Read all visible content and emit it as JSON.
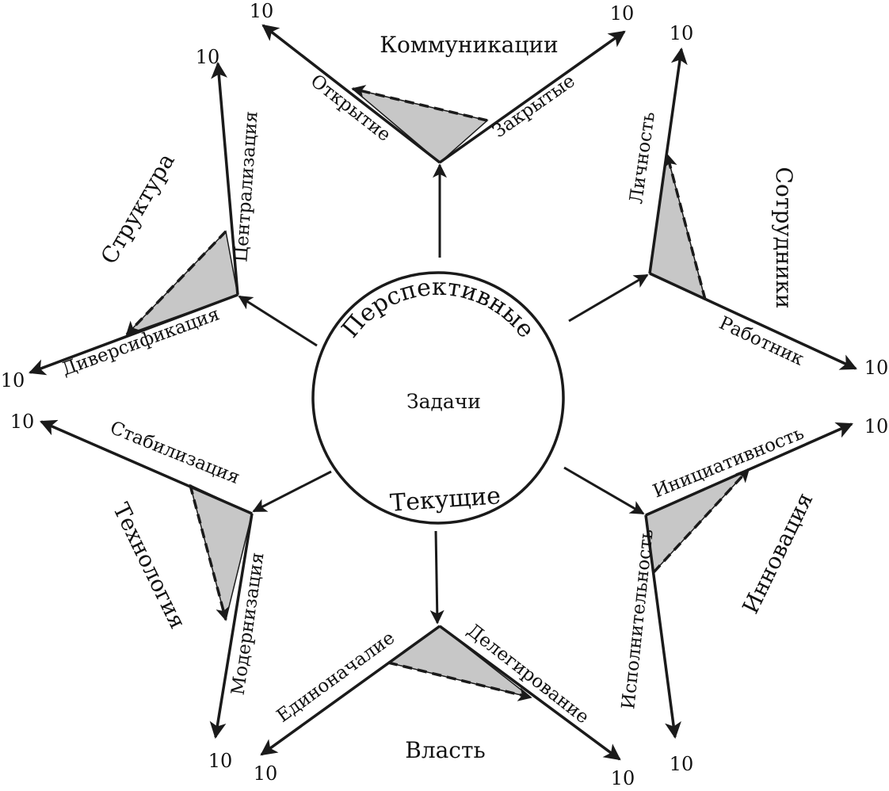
{
  "center": {
    "top_label": "Перспективные",
    "middle_label": "Задачи",
    "bottom_label": "Текущие"
  },
  "groups": [
    {
      "id": "communications",
      "title": "Коммуникации",
      "axes": [
        {
          "label": "Открытие",
          "max": "10"
        },
        {
          "label": "Закрытые",
          "max": "10"
        }
      ]
    },
    {
      "id": "employees",
      "title": "Сотрудники",
      "axes": [
        {
          "label": "Личность",
          "max": "10"
        },
        {
          "label": "Работник",
          "max": "10"
        }
      ]
    },
    {
      "id": "innovation",
      "title": "Инновация",
      "axes": [
        {
          "label": "Инициативность",
          "max": "10"
        },
        {
          "label": "Исполнительность",
          "max": "10"
        }
      ]
    },
    {
      "id": "power",
      "title": "Власть",
      "axes": [
        {
          "label": "Единоначалие",
          "max": "10"
        },
        {
          "label": "Делегирование",
          "max": "10"
        }
      ]
    },
    {
      "id": "technology",
      "title": "Технология",
      "axes": [
        {
          "label": "Стабилизация",
          "max": "10"
        },
        {
          "label": "Модернизация",
          "max": "10"
        }
      ]
    },
    {
      "id": "structure",
      "title": "Структура",
      "axes": [
        {
          "label": "Централизация",
          "max": "10"
        },
        {
          "label": "Диверсификация",
          "max": "10"
        }
      ]
    }
  ]
}
